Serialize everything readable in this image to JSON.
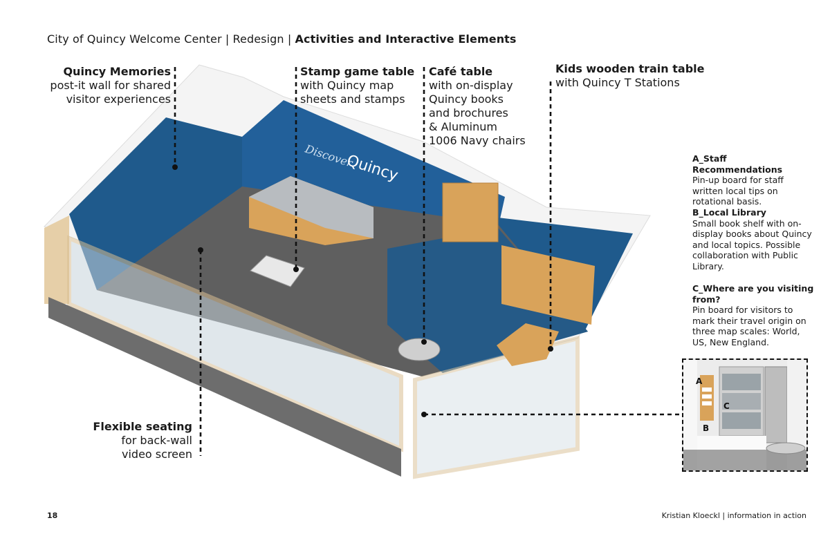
{
  "header": {
    "prefix": "City of Quincy Welcome Center | Redesign | ",
    "title": "Activities and Interactive Elements"
  },
  "callouts": {
    "memories": {
      "title": "Quincy Memories",
      "line1": "post-it wall for shared",
      "line2": "visitor experiences"
    },
    "stamp": {
      "title": "Stamp game table",
      "line1": "with Quincy map",
      "line2": "sheets and stamps"
    },
    "cafe": {
      "title": "Café table",
      "line1": "with on-display",
      "line2": "Quincy books",
      "line3": "and brochures",
      "line4": "& Aluminum",
      "line5": "1006 Navy chairs"
    },
    "train": {
      "title": "Kids wooden train table",
      "line1": "with Quincy T Stations"
    },
    "seating": {
      "title": "Flexible seating",
      "line1": "for back-wall",
      "line2": "video screen"
    }
  },
  "notes": {
    "a": {
      "title": "A_Staff Recommendations",
      "body": "Pin-up board for staff written local tips on rotational basis."
    },
    "b": {
      "title": "B_Local Library",
      "body": "Small book shelf with on-display books about Quincy and local topics. Possible collaboration with Public Library."
    },
    "c": {
      "title": "C_Where are you visiting from?",
      "body": "Pin board for visitors to mark their travel origin on three map scales: World, US, New England."
    }
  },
  "wall_text": {
    "script": "Discover",
    "name": "Quincy"
  },
  "inset_labels": {
    "a": "A",
    "b": "B",
    "c": "C"
  },
  "footer": {
    "page": "18",
    "credit": "Kristian Kloeckl | information in action"
  },
  "colors": {
    "wall_blue": "#1f5a8c",
    "floor_gray": "#5c5c5c",
    "wood": "#d9a35a",
    "frame": "#e6cfa8"
  }
}
